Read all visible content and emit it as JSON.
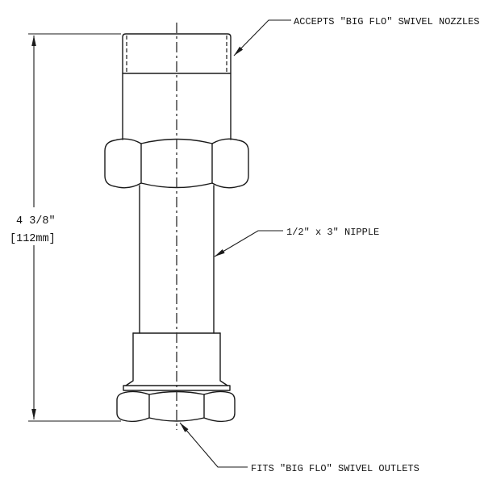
{
  "page": {
    "background_color": "#ffffff",
    "line_color": "#1a1a1a"
  },
  "drawing": {
    "type": "technical-line-drawing",
    "subject": "pipe nipple with hex fittings, front elevation",
    "callouts": {
      "top": "ACCEPTS \"BIG FLO\" SWIVEL NOZZLES",
      "middle": "1/2\" x 3\" NIPPLE",
      "bottom": "FITS \"BIG FLO\" SWIVEL OUTLETS"
    },
    "dimension": {
      "primary": "4 3/8\"",
      "secondary": "[112mm]"
    }
  }
}
